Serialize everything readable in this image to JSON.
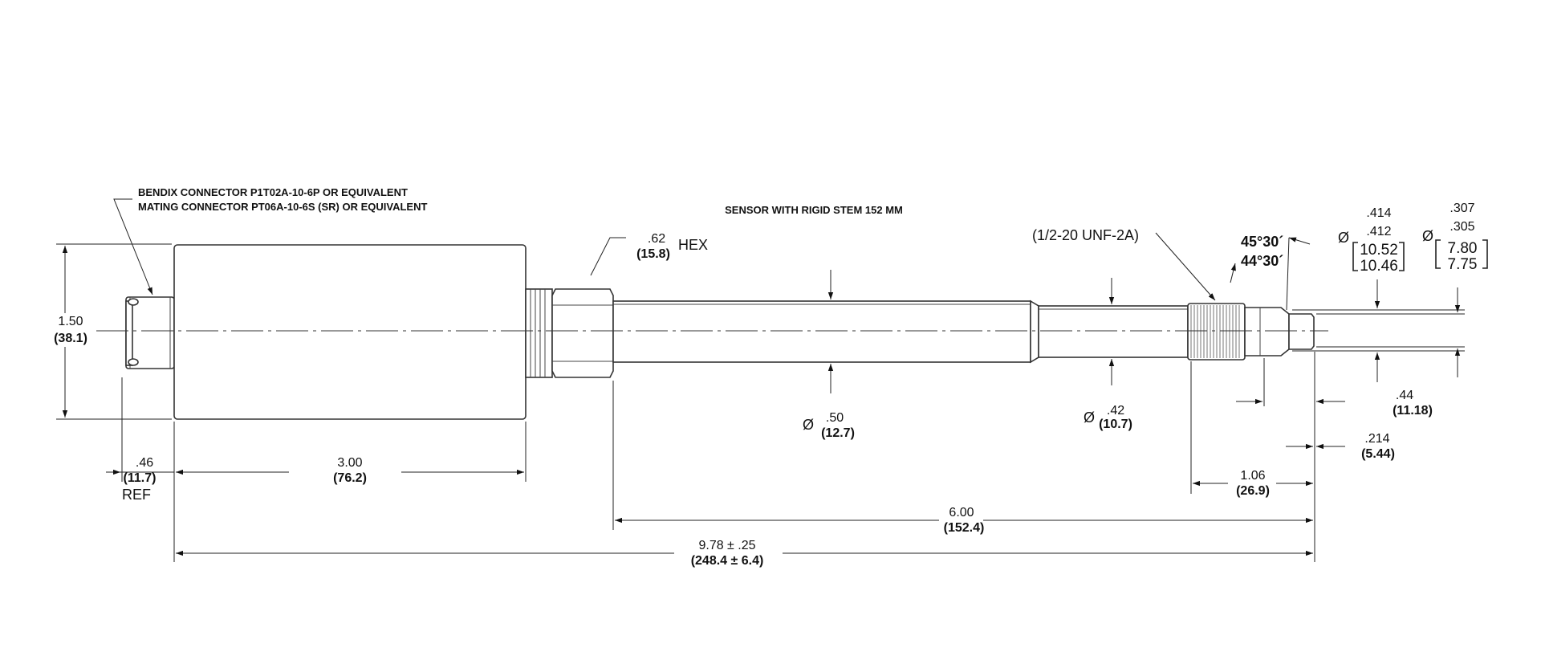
{
  "notes": {
    "connector_line1": "BENDIX CONNECTOR P1T02A-10-6P OR EQUIVALENT",
    "connector_line2": "MATING CONNECTOR PT06A-10-6S (SR) OR EQUIVALENT",
    "sensor": "SENSOR WITH RIGID STEM 152 MM",
    "thread": "(1/2-20 UNF-2A)"
  },
  "hex": {
    "inch": ".62",
    "mm": "(15.8)",
    "label": "HEX"
  },
  "angles": {
    "a1": "45°30´",
    "a2": "44°30´"
  },
  "diameter_symbol": "Ø",
  "tip_dia1": {
    "upper": ".414",
    "lower": ".412",
    "mm_upper": "10.52",
    "mm_lower": "10.46"
  },
  "tip_dia2": {
    "upper": ".307",
    "lower": ".305",
    "mm_upper": "7.80",
    "mm_lower": "7.75"
  },
  "dims": {
    "height": {
      "inch": "1.50",
      "mm": "(38.1)"
    },
    "stem_dia": {
      "inch": ".50",
      "mm": "(12.7)"
    },
    "tip_dia": {
      "inch": ".42",
      "mm": "(10.7)"
    },
    "ref": {
      "inch": ".46",
      "mm": "(11.7)",
      "label": "REF"
    },
    "body_len": {
      "inch": "3.00",
      "mm": "(76.2)"
    },
    "len_44": {
      "inch": ".44",
      "mm": "(11.18)"
    },
    "len_214": {
      "inch": ".214",
      "mm": "(5.44)"
    },
    "len_106": {
      "inch": "1.06",
      "mm": "(26.9)"
    },
    "stem_len": {
      "inch": "6.00",
      "mm": "(152.4)"
    },
    "total_len": {
      "inch": "9.78 ± .25",
      "mm": "(248.4 ± 6.4)"
    }
  }
}
